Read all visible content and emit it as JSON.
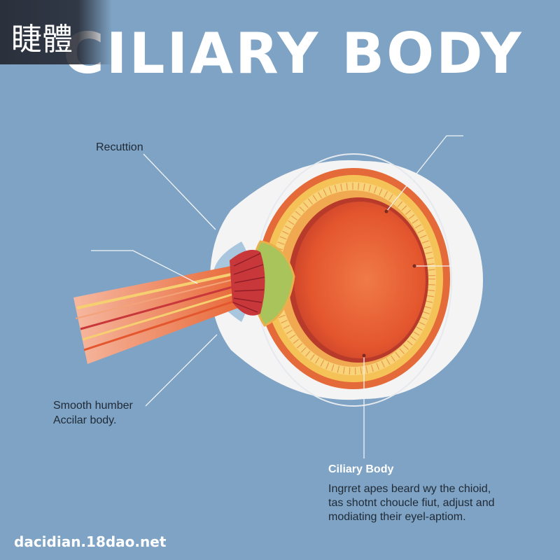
{
  "title": "CILIARY BODY",
  "badge": "睫體",
  "labels": {
    "top_left": "Recuttion",
    "bottom_left_line1": "Smooth humber",
    "bottom_left_line2": "Accilar body."
  },
  "description": {
    "title": "Ciliary Body",
    "lines": [
      "Ingrret apes beard wy the chioid,",
      "tas shotnt choucle fiut, adjust and",
      "modiating their eyel-aptiom."
    ]
  },
  "watermark": "dacidian.18dao.net",
  "colors": {
    "background": "#7fa3c4",
    "sclera": "#f4f4f4",
    "vitreous": "#e65f35",
    "lens": "#a8c45a",
    "ciliary": "#c8373a",
    "band": "#f5c258"
  }
}
